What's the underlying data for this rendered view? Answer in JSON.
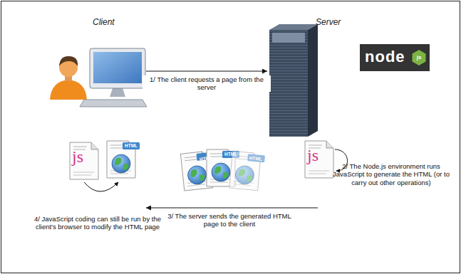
{
  "diagram": {
    "nodes": [
      {
        "text": [
          "Client"
        ]
      },
      {
        "text": [
          "Server"
        ]
      }
    ],
    "edges": [
      {
        "from": 0,
        "to": 1,
        "arrow": "to",
        "label": "1/ The client requests a page from the server"
      },
      {
        "from": 1,
        "to": 0,
        "arrow": "to",
        "label": "3/ The server sends the generated HTML page to the client"
      }
    ],
    "labels": [
      "node",
      "js",
      "js",
      "HTML",
      "HTML",
      "HTML",
      "HTML",
      "js",
      "2/ The Node.js environment runs JavaScript to generate the HTML (or to carry out other operations)",
      "4/ JavaScript coding can still be run by the client's browser to modify the HTML page"
    ]
  }
}
